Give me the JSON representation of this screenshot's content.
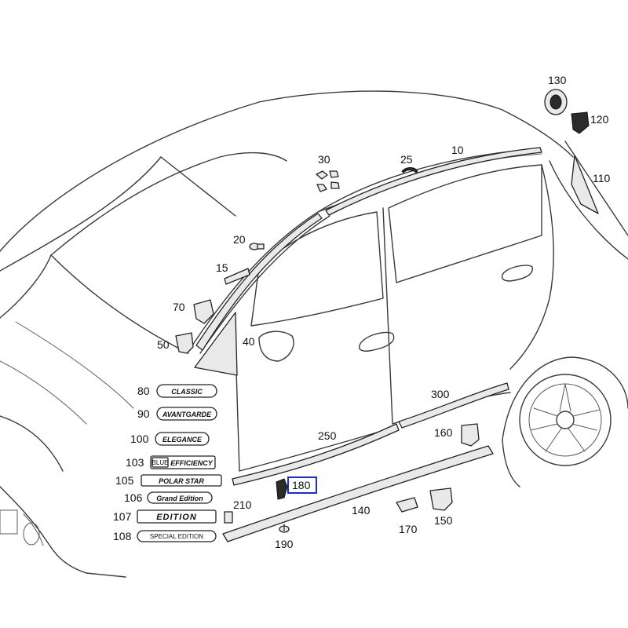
{
  "highlight": {
    "label": "180",
    "color": "#1d2fb8"
  },
  "callouts": {
    "c10": "10",
    "c15": "15",
    "c20": "20",
    "c25": "25",
    "c30": "30",
    "c40": "40",
    "c50": "50",
    "c70": "70",
    "c80": "80",
    "c90": "90",
    "c100": "100",
    "c103": "103",
    "c105": "105",
    "c106": "106",
    "c107": "107",
    "c108": "108",
    "c110": "110",
    "c120": "120",
    "c130": "130",
    "c140": "140",
    "c150": "150",
    "c160": "160",
    "c170": "170",
    "c190": "190",
    "c210": "210",
    "c250": "250",
    "c300": "300"
  },
  "badges": {
    "b80": "CLASSIC",
    "b90": "AVANTGARDE",
    "b100": "ELEGANCE",
    "b103_left": "BLUE",
    "b103_right": "EFFICIENCY",
    "b105": "POLAR STAR",
    "b106": "Grand Edition",
    "b107": "EDITION",
    "b108": "SPECIAL EDITION"
  }
}
